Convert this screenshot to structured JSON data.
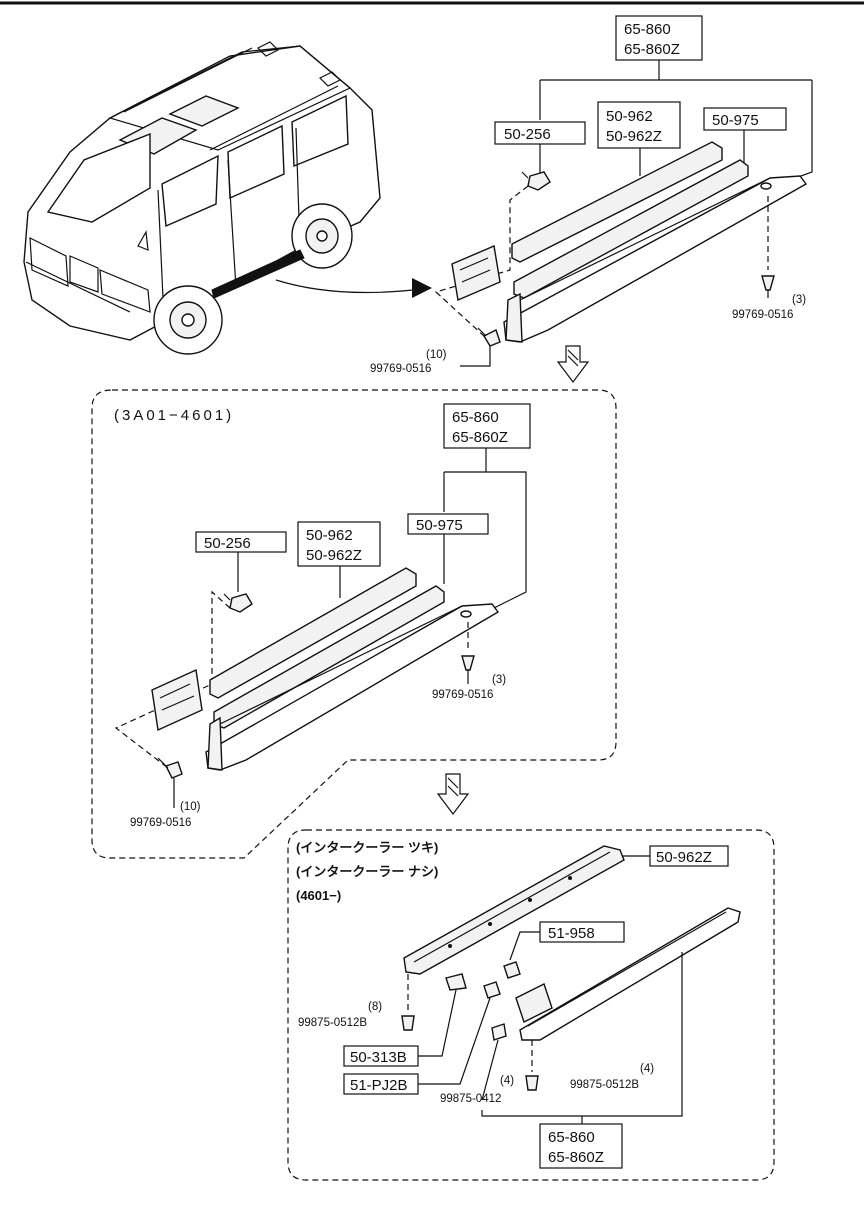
{
  "diagram": {
    "top": {
      "assembly_label": [
        "65-860",
        "65-860Z"
      ],
      "fastener_clip": "50-256",
      "molding": [
        "50-962",
        "50-962Z"
      ],
      "garnish": "50-975",
      "screw_right": {
        "part": "99769-0516",
        "qty": "(3)"
      },
      "screw_left": {
        "part": "99769-0516",
        "qty": "(10)"
      }
    },
    "mid": {
      "range": "(3A01−4601)",
      "assembly_label": [
        "65-860",
        "65-860Z"
      ],
      "fastener_clip": "50-256",
      "molding": [
        "50-962",
        "50-962Z"
      ],
      "garnish": "50-975",
      "screw_right": {
        "part": "99769-0516",
        "qty": "(3)"
      },
      "screw_left": {
        "part": "99769-0516",
        "qty": "(10)"
      }
    },
    "bottom": {
      "notes": [
        "(インタークーラー ツキ)",
        "(インタークーラー ナシ)",
        "(4601−)"
      ],
      "molding": "50-962Z",
      "clip_a": "51-958",
      "clip_b": "50-313B",
      "clip_c": "51-PJ2B",
      "screw_left": {
        "part": "99875-0512B",
        "qty": "(8)"
      },
      "screw_center": {
        "part": "99875-0412",
        "qty": "(4)"
      },
      "screw_right": {
        "part": "99875-0512B",
        "qty": "(4)"
      },
      "assembly_label": [
        "65-860",
        "65-860Z"
      ]
    }
  }
}
